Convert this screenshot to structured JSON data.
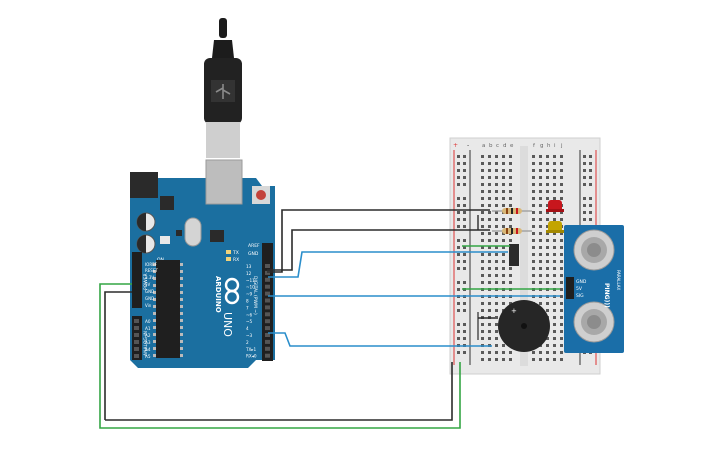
{
  "arduino": {
    "brand": "ARDUINO",
    "model": "UNO",
    "on_label": "ON",
    "tx_label": "TX",
    "rx_label": "RX",
    "aref_label": "AREF",
    "gnd_label": "GND",
    "digital_label": "DIGITAL (PWM ~)",
    "analog_label": "ANALOG IN",
    "power_label": "POWER",
    "ioref_label": "IOREF",
    "reset_label": "RESET",
    "v33_label": "3.3V",
    "v5_label": "5V",
    "gnd_a_label": "GND",
    "gnd_b_label": "GND",
    "vin_label": "Vin",
    "digital_pins": [
      "13",
      "12",
      "~11",
      "~10",
      "~9",
      "8",
      "7",
      "~6",
      "~5",
      "4",
      "~3",
      "2",
      "TX▸1",
      "RX◂0"
    ],
    "analog_pins": [
      "A0",
      "A1",
      "A2",
      "A3",
      "A4",
      "A5"
    ]
  },
  "breadboard": {
    "col_letters_left": [
      "a",
      "b",
      "c",
      "d",
      "e"
    ],
    "col_letters_right": [
      "f",
      "g",
      "h",
      "i",
      "j"
    ],
    "plus": "+",
    "minus": "-"
  },
  "sensor": {
    "name": "PING)))",
    "brand": "PARALLAX",
    "pin_gnd": "GND",
    "pin_5v": "5V",
    "pin_sig": "SIG"
  },
  "buzzer": {
    "plus": "+"
  },
  "colors": {
    "board": "#1b6fa0",
    "wire_black": "#2b2b2b",
    "wire_blue": "#2a8ecb",
    "wire_green": "#33a544",
    "led_red": "#c8161d",
    "led_yellow": "#c3a400"
  }
}
